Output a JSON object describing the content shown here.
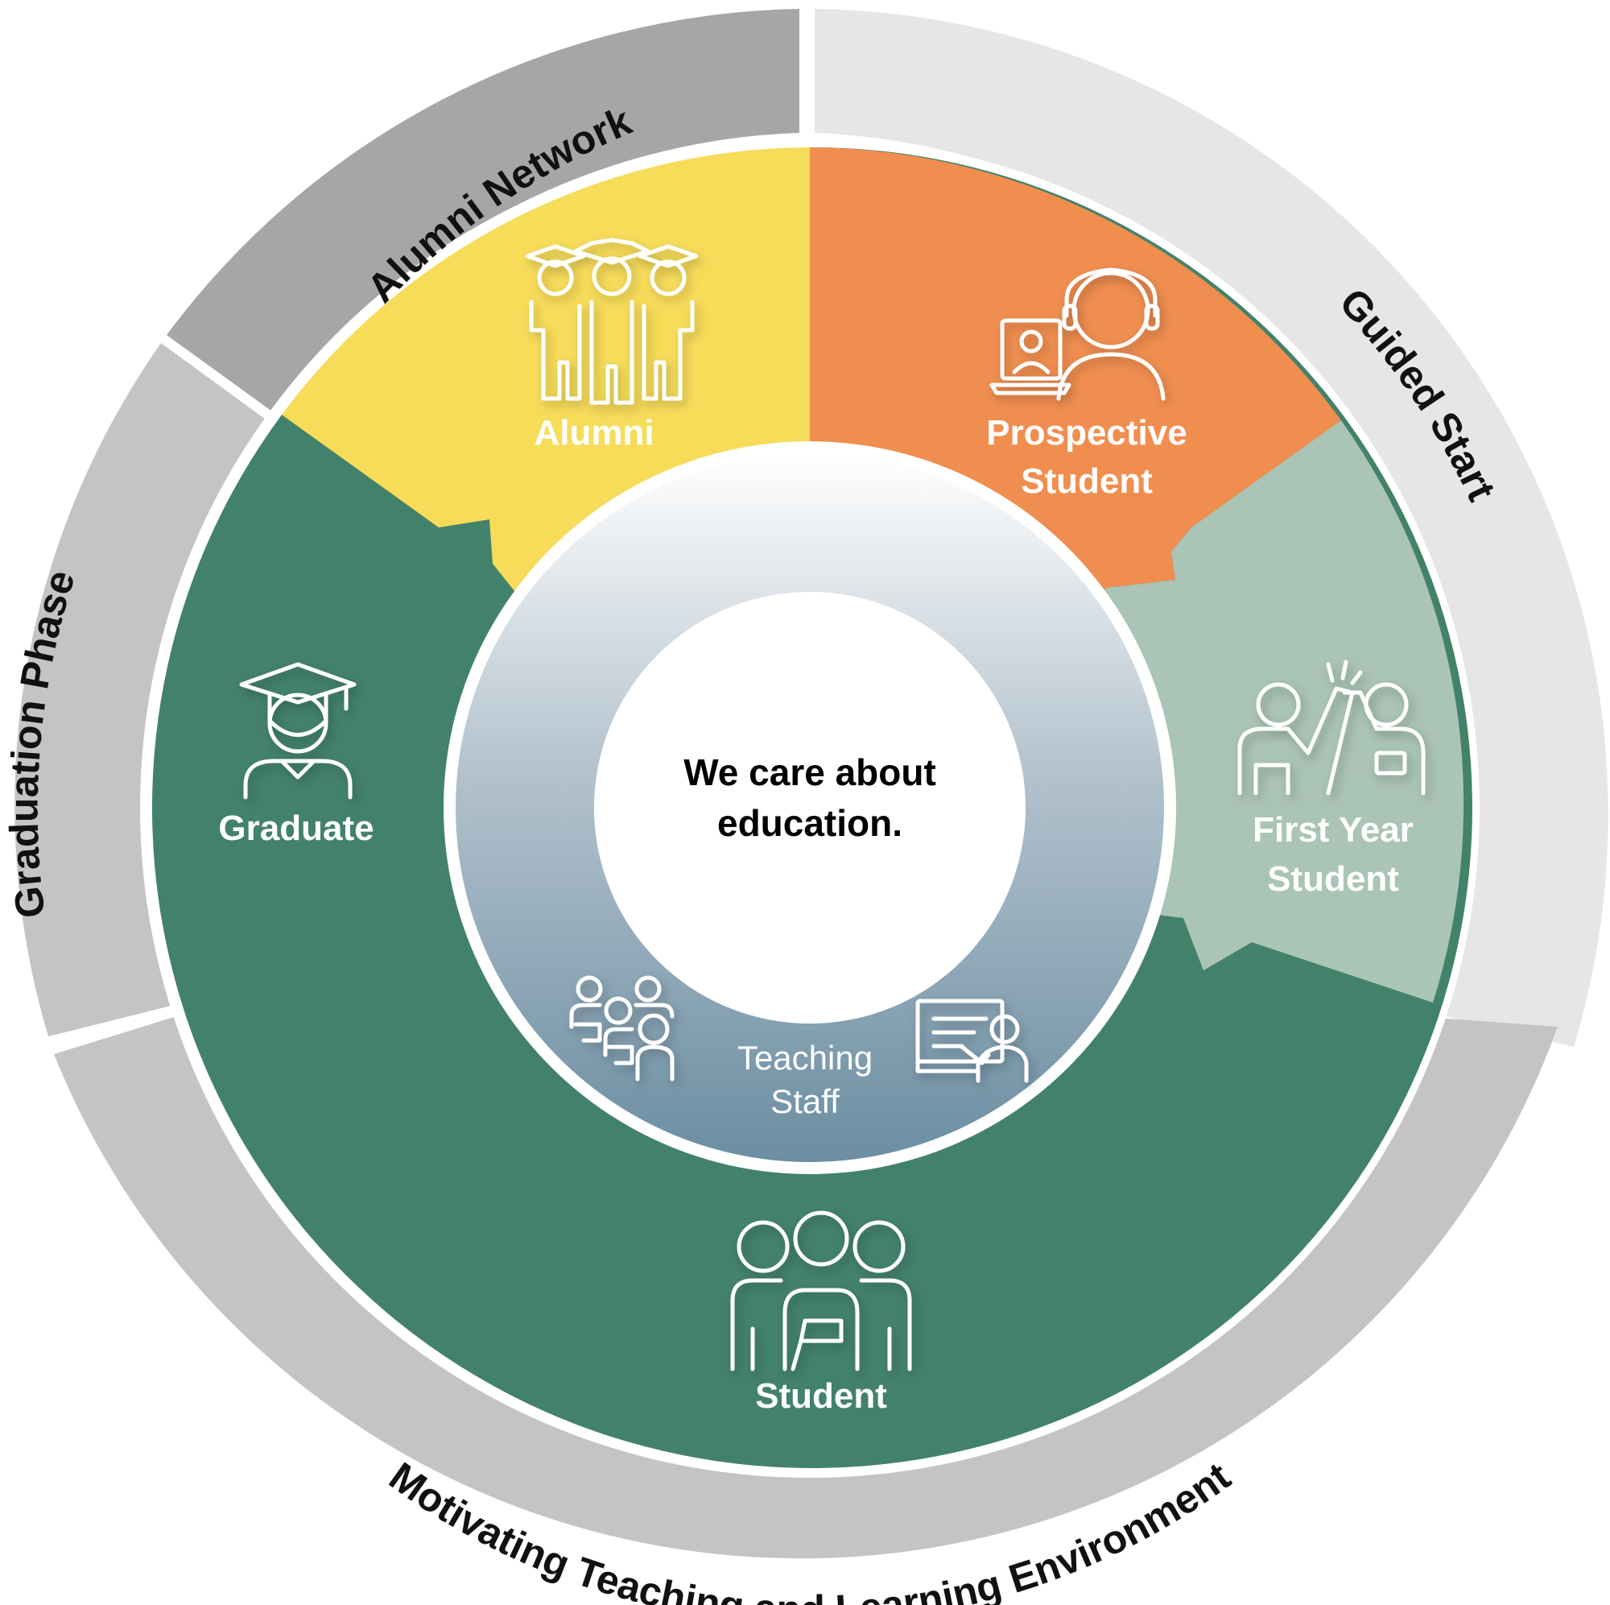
{
  "diagram": {
    "center_text": [
      "We care about",
      "education."
    ],
    "outer_ring": [
      {
        "label": "Alumni Network",
        "color": "#a6a6a4"
      },
      {
        "label": "Guided Start",
        "color": "#e6e6e6"
      },
      {
        "label": "Motivating Teaching and Learning Environment",
        "color": "#c4c4c4"
      },
      {
        "label": "Graduation Phase",
        "color": "#c4c4c4"
      }
    ],
    "segments": [
      {
        "name": "Alumni",
        "lines": [
          "Alumni"
        ],
        "color": "#f7dc5a",
        "icon": "graduates-group-icon"
      },
      {
        "name": "Prospective Student",
        "lines": [
          "Prospective",
          "Student"
        ],
        "color": "#f08e50",
        "icon": "video-call-headset-icon"
      },
      {
        "name": "First Year Student",
        "lines": [
          "First Year",
          "Student"
        ],
        "color": "#aac4b5",
        "icon": "high-five-icon"
      },
      {
        "name": "Student",
        "lines": [
          "Student"
        ],
        "color": "#43826a",
        "icon": "student-group-icon"
      },
      {
        "name": "Graduate",
        "lines": [
          "Graduate"
        ],
        "color": "#43826a",
        "icon": "graduate-cap-icon"
      }
    ],
    "teaching_staff": {
      "lines": [
        "Teaching",
        "Staff"
      ],
      "icons": [
        "classroom-group-icon",
        "presentation-board-icon"
      ],
      "gradient": [
        "#ffffff",
        "#6b8ea2"
      ]
    }
  }
}
